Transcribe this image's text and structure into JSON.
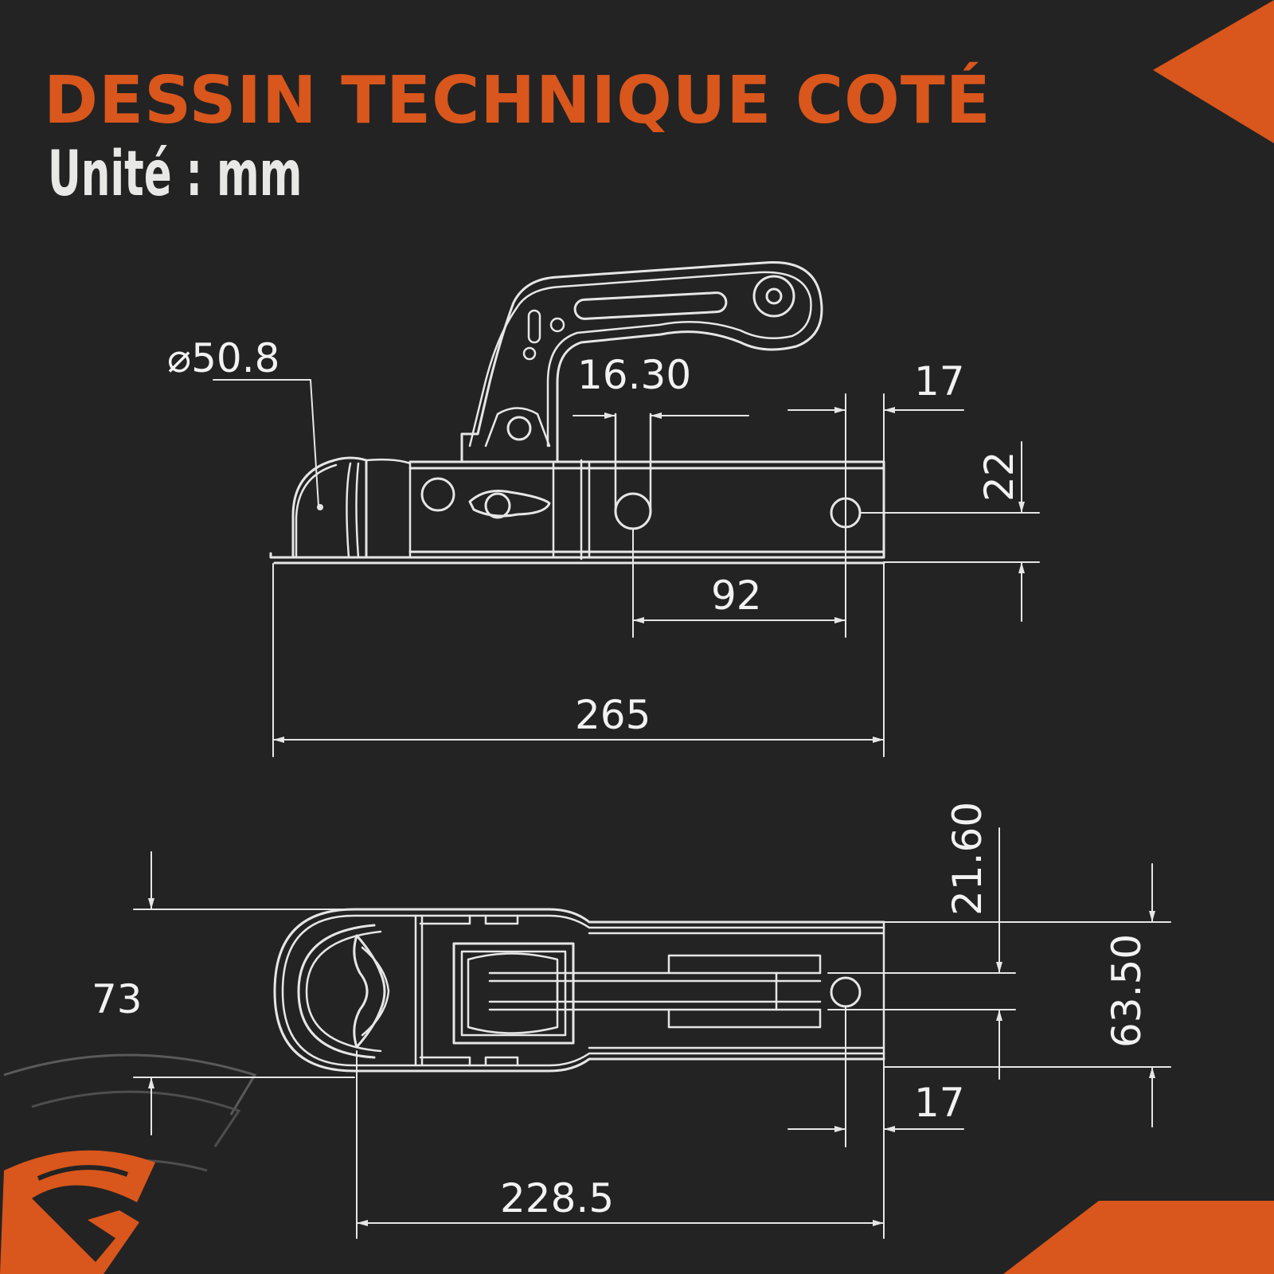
{
  "header": {
    "title": "DESSIN TECHNIQUE COTÉ",
    "subtitle": "Unité : mm"
  },
  "dimensions": {
    "diameter": "⌀50.8",
    "handle_spacing": "16.30",
    "end_offset_top": "17",
    "hole_height": "22",
    "hole_spacing": "92",
    "total_length": "265",
    "width": "73",
    "inner_height": "21.60",
    "outer_height": "63.50",
    "end_offset_bottom": "17",
    "body_length": "228.5"
  },
  "colors": {
    "accent": "#d9561c",
    "background": "#232323",
    "line": "#e6e6e6"
  },
  "icons": {
    "logo": "brand-shield-logo-icon",
    "corner_top": "orange-triangle-icon",
    "corner_bottom": "orange-stripe-icon"
  }
}
